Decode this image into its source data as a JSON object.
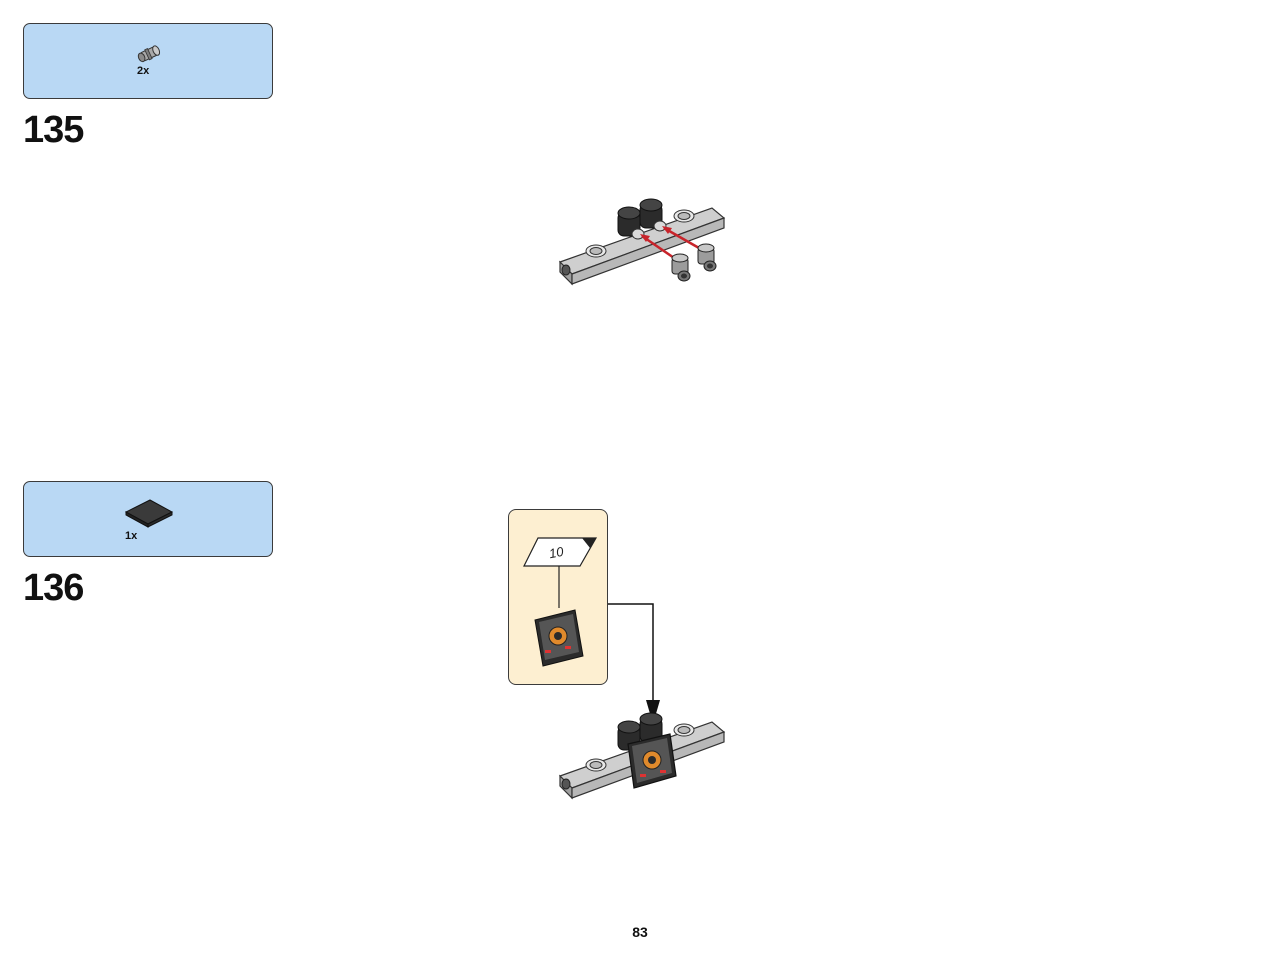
{
  "steps": [
    {
      "number": "135",
      "parts": [
        {
          "qty": "2x",
          "icon": "pin-icon",
          "color": "#9a9a9a"
        }
      ]
    },
    {
      "number": "136",
      "parts": [
        {
          "qty": "1x",
          "icon": "dark-tile-icon",
          "color": "#3a3a3a"
        }
      ]
    }
  ],
  "subassembly": {
    "sticker_number": "10"
  },
  "page": {
    "number": "83"
  },
  "colors": {
    "parts_box": "#b9d8f4",
    "callout_box": "#fdefd1",
    "arrow_red": "#c8242b"
  }
}
